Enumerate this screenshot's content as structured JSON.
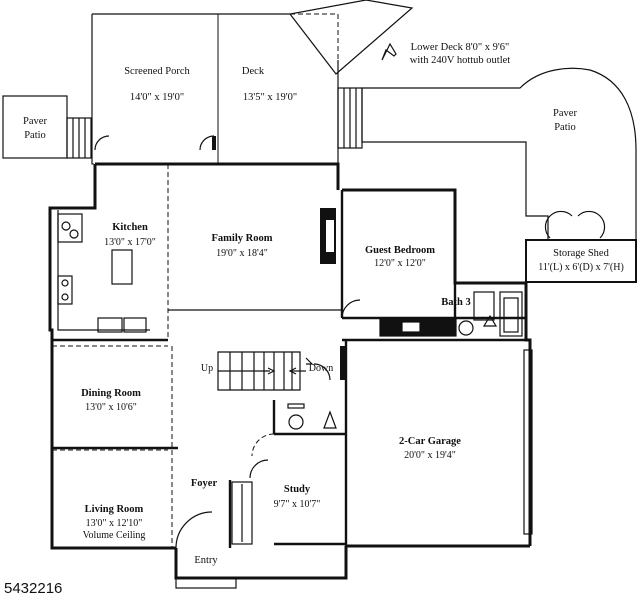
{
  "rooms": {
    "paver_patio_left": {
      "line1": "Paver",
      "line2": "Patio"
    },
    "screened_porch": {
      "name": "Screened Porch",
      "size": "14'0\" x 19'0\""
    },
    "deck": {
      "name": "Deck",
      "size": "13'5\" x 19'0\""
    },
    "lower_deck": {
      "line1": "Lower Deck 8'0\" x 9'6\"",
      "line2": "with 240V hottub outlet"
    },
    "paver_patio_right": {
      "line1": "Paver",
      "line2": "Patio"
    },
    "kitchen": {
      "name": "Kitchen",
      "size": "13'0\" x 17'0\""
    },
    "family_room": {
      "name": "Family Room",
      "size": "19'0\" x 18'4\""
    },
    "guest_bedroom": {
      "name": "Guest Bedroom",
      "size": "12'0\" x 12'0\""
    },
    "storage_shed": {
      "name": "Storage Shed",
      "size": "11'(L) x 6'(D) x 7'(H)"
    },
    "bath3": {
      "name": "Bath 3"
    },
    "dining_room": {
      "name": "Dining Room",
      "size": "13'0\" x 10'6\""
    },
    "garage": {
      "name": "2-Car Garage",
      "size": "20'0\" x 19'4\""
    },
    "foyer": {
      "name": "Foyer"
    },
    "study": {
      "name": "Study",
      "size": "9'7\" x 10'7\""
    },
    "living_room": {
      "name": "Living Room",
      "size": "13'0\" x 12'10\"",
      "note": "Volume Ceiling"
    },
    "entry": {
      "name": "Entry"
    }
  },
  "stairs": {
    "up": "Up",
    "down": "Down"
  },
  "listing_id": "5432216"
}
